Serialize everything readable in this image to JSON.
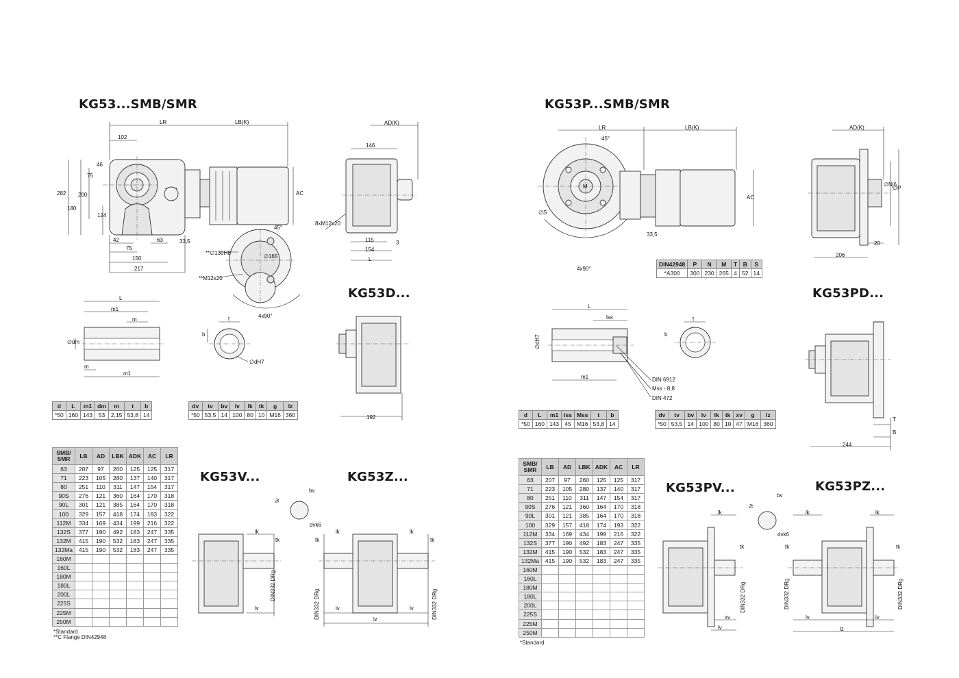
{
  "left": {
    "title_main": "KG53...SMB/SMR",
    "title_d": "KG53D...",
    "title_v": "KG53V...",
    "title_z": "KG53Z...",
    "dims": {
      "LR": "LR",
      "LBK": "LB(K)",
      "ADK": "AD(K)",
      "AC": "AC",
      "d102": "102",
      "d146": "146",
      "d282": "282",
      "d180": "180",
      "d200": "200",
      "d124": "124",
      "d75": "75",
      "d46": "46",
      "d42": "42",
      "d63": "63",
      "d75b": "75",
      "d150": "150",
      "d217": "217",
      "d335": "33,5",
      "d115": "115",
      "d154": "154",
      "L": "L",
      "d3": "3",
      "bolt": "8xM12x20",
      "flange1": "**∅130H8",
      "flange2": "**M12x20",
      "a45": "45°",
      "d165": "∅165",
      "a4x90": "4x90°",
      "shaft_L": "L",
      "shaft_m1": "m1",
      "shaft_m": "m",
      "shaft_dm": "∅dm",
      "shaft_m_b": "m",
      "shaft_m1_b": "m1",
      "key_t": "t",
      "key_b": "b",
      "key_d": "∅dH7",
      "d192": "192",
      "v_lk": "lk",
      "v_tk": "tk",
      "v_lv": "lv",
      "v_din": "DIN332 DRg",
      "v_tv": "tv",
      "v_bv": "bv",
      "v_dvk6": "dvk6",
      "z_lk": "lk",
      "z_tk": "tk",
      "z_tk2": "tk",
      "z_lk2": "lk",
      "z_lv": "lv",
      "z_lv2": "lv",
      "z_lz": "lz",
      "z_din1": "DIN332 DRg",
      "z_din2": "DIN332 DRg"
    },
    "table1": {
      "headers": [
        "d",
        "L",
        "m1",
        "dm",
        "m",
        "t",
        "b"
      ],
      "row": [
        "*50",
        "160",
        "143",
        "53",
        "2,15",
        "53,8",
        "14"
      ]
    },
    "table2": {
      "headers": [
        "dv",
        "tv",
        "bv",
        "lv",
        "lk",
        "tk",
        "g",
        "lz"
      ],
      "row": [
        "*50",
        "53,5",
        "14",
        "100",
        "80",
        "10",
        "M16",
        "360"
      ]
    },
    "big": {
      "headers": [
        "SMB/ SMR",
        "LB",
        "AD",
        "LBK",
        "ADK",
        "AC",
        "LR"
      ],
      "rows": [
        [
          "63",
          "207",
          "97",
          "260",
          "125",
          "125",
          "317"
        ],
        [
          "71",
          "223",
          "105",
          "280",
          "137",
          "140",
          "317"
        ],
        [
          "80",
          "251",
          "110",
          "311",
          "147",
          "154",
          "317"
        ],
        [
          "90S",
          "276",
          "121",
          "360",
          "164",
          "170",
          "318"
        ],
        [
          "90L",
          "301",
          "121",
          "385",
          "164",
          "170",
          "318"
        ],
        [
          "100",
          "329",
          "157",
          "418",
          "174",
          "193",
          "322"
        ],
        [
          "112M",
          "334",
          "169",
          "434",
          "199",
          "216",
          "322"
        ],
        [
          "132S",
          "377",
          "190",
          "492",
          "183",
          "247",
          "335"
        ],
        [
          "132M",
          "415",
          "190",
          "532",
          "183",
          "247",
          "335"
        ],
        [
          "132Ma",
          "415",
          "190",
          "532",
          "183",
          "247",
          "335"
        ],
        [
          "160M",
          "",
          "",
          "",
          "",
          "",
          ""
        ],
        [
          "160L",
          "",
          "",
          "",
          "",
          "",
          ""
        ],
        [
          "180M",
          "",
          "",
          "",
          "",
          "",
          ""
        ],
        [
          "180L",
          "",
          "",
          "",
          "",
          "",
          ""
        ],
        [
          "200L",
          "",
          "",
          "",
          "",
          "",
          ""
        ],
        [
          "225S",
          "",
          "",
          "",
          "",
          "",
          ""
        ],
        [
          "225M",
          "",
          "",
          "",
          "",
          "",
          ""
        ],
        [
          "250M",
          "",
          "",
          "",
          "",
          "",
          ""
        ]
      ],
      "note1": "*Standard",
      "note2": "**C Flange DIN42948"
    }
  },
  "right": {
    "title_main": "KG53P...SMB/SMR",
    "title_pd": "KG53PD...",
    "title_pv": "KG53PV...",
    "title_pz": "KG53PZ...",
    "dims": {
      "LR": "LR",
      "LBK": "LB(K)",
      "ADK": "AD(K)",
      "AC": "AC",
      "a45": "45°",
      "M": "M",
      "S": "∅S",
      "a4x90": "4x90°",
      "d335": "33,5",
      "Nj6": "∅Nj6",
      "P": "∅P",
      "d20": "20",
      "d206": "206",
      "shaft_L": "L",
      "shaft_lss": "lss",
      "shaft_dh7": "∅dH7",
      "shaft_m1": "m1",
      "key_t": "t",
      "key_b": "b",
      "din1": "DIN 6912",
      "din2": "Mss - 8,8",
      "din3": "DIN 472",
      "T": "T",
      "B": "B",
      "d244": "244",
      "pv_lk": "lk",
      "pv_tk": "tk",
      "pv_lv": "lv",
      "pv_xv": "xv",
      "pv_din": "DIN332 DRg",
      "pv_tv": "tv",
      "pv_bv": "bv",
      "pv_dvk6": "dvk6",
      "pz_lk": "lk",
      "pz_lk2": "lk",
      "pz_tk": "tk",
      "pz_tk2": "tk",
      "pz_lv": "lv",
      "pz_lv2": "lv",
      "pz_lz": "lz",
      "pz_din1": "DIN332 DRg",
      "pz_din2": "DIN332 DRg"
    },
    "din_table": {
      "headers": [
        "DIN42948",
        "P",
        "N",
        "M",
        "T",
        "B",
        "S"
      ],
      "row": [
        "*A300",
        "300",
        "230",
        "265",
        "4",
        "52",
        "14"
      ]
    },
    "table1": {
      "headers": [
        "d",
        "L",
        "m1",
        "lss",
        "Mss",
        "t",
        "b"
      ],
      "row": [
        "*50",
        "160",
        "143",
        "45",
        "M16",
        "53,8",
        "14"
      ]
    },
    "table2": {
      "headers": [
        "dv",
        "tv",
        "bv",
        "lv",
        "lk",
        "tk",
        "xv",
        "g",
        "lz"
      ],
      "row": [
        "*50",
        "53,5",
        "14",
        "100",
        "80",
        "10",
        "47",
        "M16",
        "360"
      ]
    },
    "big": {
      "headers": [
        "SMB/ SMR",
        "LB",
        "AD",
        "LBK",
        "ADK",
        "AC",
        "LR"
      ],
      "rows": [
        [
          "63",
          "207",
          "97",
          "260",
          "125",
          "125",
          "317"
        ],
        [
          "71",
          "223",
          "105",
          "280",
          "137",
          "140",
          "317"
        ],
        [
          "80",
          "251",
          "110",
          "311",
          "147",
          "154",
          "317"
        ],
        [
          "90S",
          "276",
          "121",
          "360",
          "164",
          "170",
          "318"
        ],
        [
          "90L",
          "301",
          "121",
          "385",
          "164",
          "170",
          "318"
        ],
        [
          "100",
          "329",
          "157",
          "418",
          "174",
          "193",
          "322"
        ],
        [
          "112M",
          "334",
          "169",
          "434",
          "199",
          "216",
          "322"
        ],
        [
          "132S",
          "377",
          "190",
          "492",
          "183",
          "247",
          "335"
        ],
        [
          "132M",
          "415",
          "190",
          "532",
          "183",
          "247",
          "335"
        ],
        [
          "132Ma",
          "415",
          "190",
          "532",
          "183",
          "247",
          "335"
        ],
        [
          "160M",
          "",
          "",
          "",
          "",
          "",
          ""
        ],
        [
          "160L",
          "",
          "",
          "",
          "",
          "",
          ""
        ],
        [
          "180M",
          "",
          "",
          "",
          "",
          "",
          ""
        ],
        [
          "180L",
          "",
          "",
          "",
          "",
          "",
          ""
        ],
        [
          "200L",
          "",
          "",
          "",
          "",
          "",
          ""
        ],
        [
          "225S",
          "",
          "",
          "",
          "",
          "",
          ""
        ],
        [
          "225M",
          "",
          "",
          "",
          "",
          "",
          ""
        ],
        [
          "250M",
          "",
          "",
          "",
          "",
          "",
          ""
        ]
      ],
      "note1": "*Standard"
    }
  }
}
